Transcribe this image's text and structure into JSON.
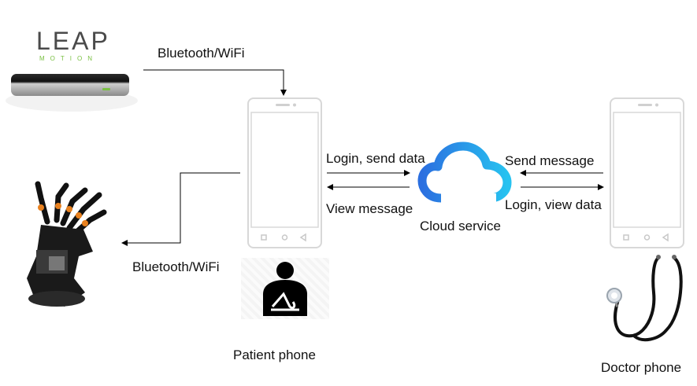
{
  "logo": {
    "line1": "LEAP",
    "line2": "MOTION"
  },
  "labels": {
    "bt_top": "Bluetooth/WiFi",
    "bt_bottom": "Bluetooth/WiFi",
    "login_send": "Login, send data",
    "view_message": "View message",
    "send_message": "Send message",
    "login_view": "Login, view data",
    "cloud_service": "Cloud service",
    "patient_phone": "Patient phone",
    "doctor_phone": "Doctor phone"
  },
  "colors": {
    "cloud_start": "#2b6fe0",
    "cloud_end": "#27c2f0",
    "leap_green": "#7ac043",
    "arrow": "#000000"
  }
}
